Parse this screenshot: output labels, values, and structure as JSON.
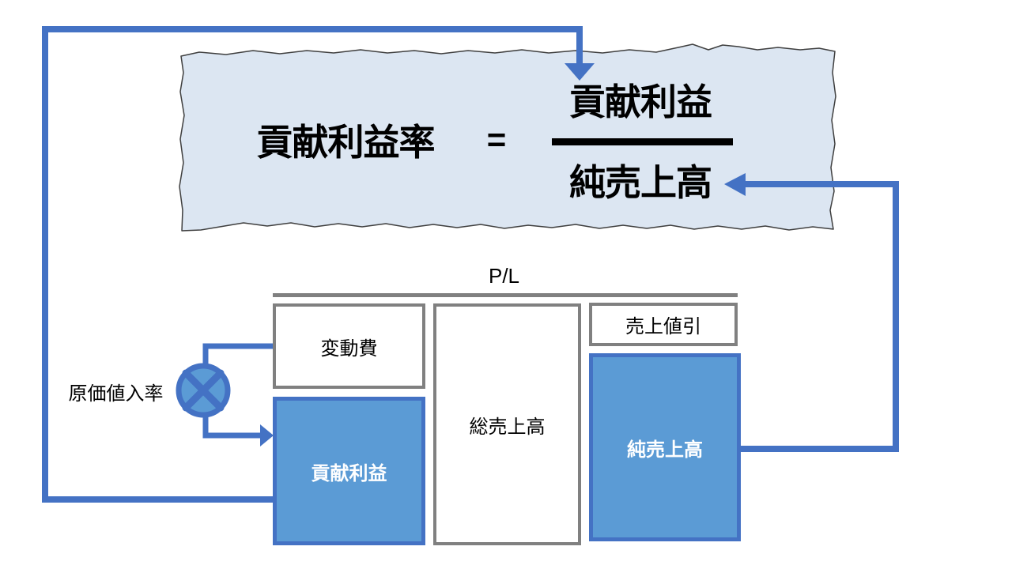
{
  "formula": {
    "title": "貢献利益率",
    "equals_sign": "=",
    "numerator": "貢献利益",
    "denominator": "純売上高"
  },
  "pl_diagram": {
    "title": "P/L",
    "variable_cost_label": "変動費",
    "contribution_profit_label": "貢献利益",
    "gross_sales_label": "総売上高",
    "sales_discount_label": "売上値引",
    "net_sales_label": "純売上高"
  },
  "annotations": {
    "markup_ratio_label": "原価値入率"
  },
  "icons": {
    "multiply_icon": "circled-times ⊗",
    "arrow_style": "right-angle elbow connectors with solid triangular heads"
  },
  "colors": {
    "connector_blue": "#4472C4",
    "box_fill_blue": "#5B9BD5",
    "paper_fill": "#DCE6F2",
    "paper_outline": "#3F3F3F",
    "gray_border": "#808080",
    "text_black": "#000000",
    "box_text_white": "#FFFFFF",
    "background": "#FFFFFF"
  }
}
